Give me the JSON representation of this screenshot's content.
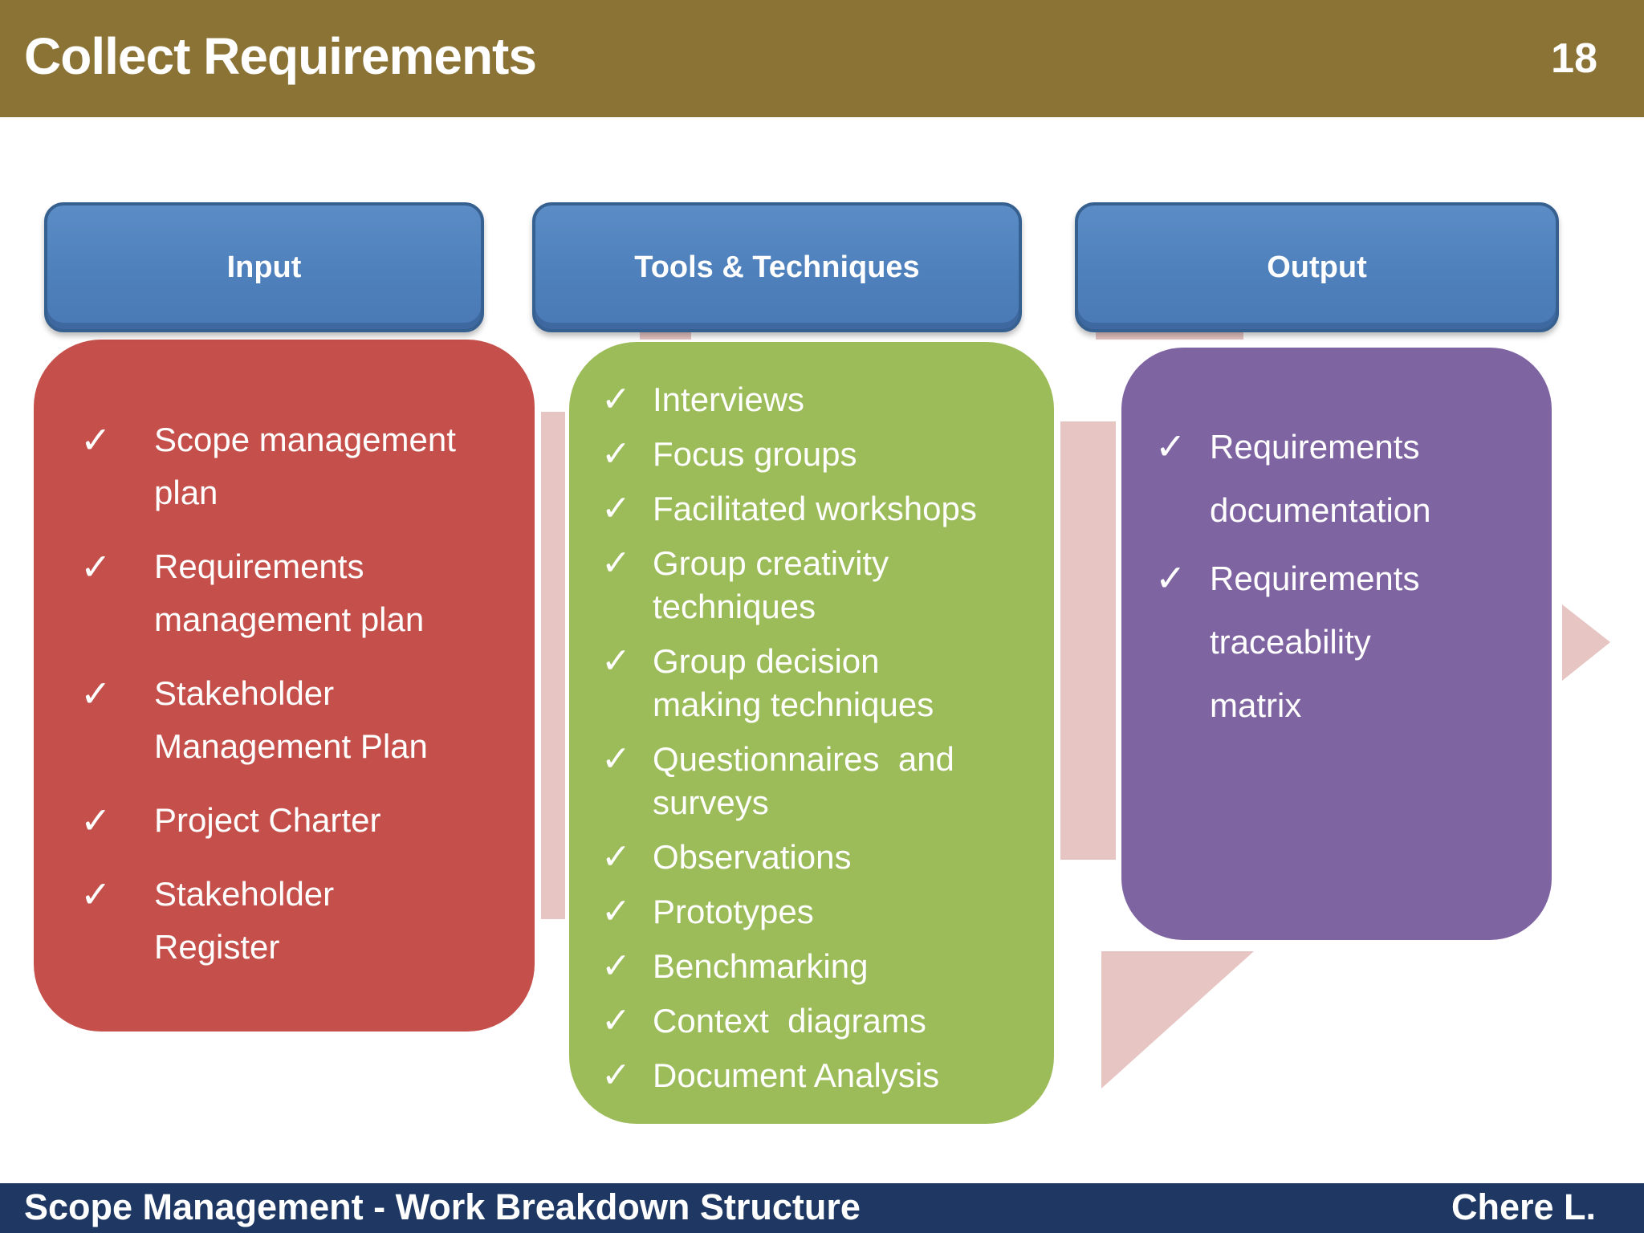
{
  "slide": {
    "title": "Collect Requirements",
    "page_number": "18",
    "footer_left": "Scope Management - Work Breakdown Structure",
    "footer_right": "Chere L."
  },
  "columns": [
    {
      "header": "Input",
      "items": [
        "Scope management\nplan",
        "Requirements\nmanagement plan",
        "Stakeholder\nManagement Plan",
        "Project Charter",
        "Stakeholder\nRegister"
      ]
    },
    {
      "header": "Tools & Techniques",
      "items": [
        "Interviews",
        "Focus groups",
        "Facilitated workshops",
        "Group creativity\ntechniques",
        "Group decision\nmaking techniques",
        "Questionnaires  and\nsurveys",
        "Observations",
        "Prototypes",
        "Benchmarking",
        "Context  diagrams",
        "Document Analysis"
      ]
    },
    {
      "header": "Output",
      "items": [
        "Requirements\ndocumentation",
        "Requirements\ntraceability\nmatrix"
      ]
    }
  ],
  "icons": {
    "check": "✓"
  },
  "colors": {
    "title_bar_bg": "#8B7336",
    "header_box_fill": "#4E80BC",
    "header_box_border": "#36608F",
    "input_box": "#C5504B",
    "tools_box": "#9CBB59",
    "output_box": "#7F64A2",
    "arrow_pink": "#E6C5C3",
    "footer_bg": "#1E3863",
    "text_light": "#FFFFFF"
  }
}
